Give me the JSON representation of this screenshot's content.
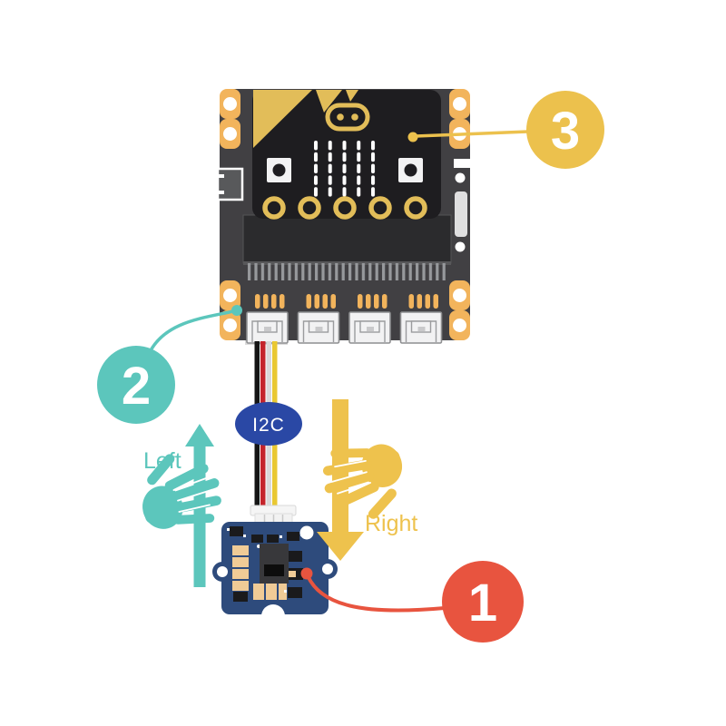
{
  "callouts": [
    {
      "number": "1",
      "color": "#e8543f",
      "points_to": "gesture-sensor-module"
    },
    {
      "number": "2",
      "color": "#5cc6bc",
      "points_to": "shield-grove-port"
    },
    {
      "number": "3",
      "color": "#ecc14d",
      "points_to": "microbit-board"
    }
  ],
  "cable": {
    "label": "I2C",
    "badge_color": "#2a48a5",
    "wire_colors": [
      "#151515",
      "#c4242b",
      "#d9d9d9",
      "#e9c832"
    ]
  },
  "gestures": {
    "left": {
      "label": "Left",
      "arrow_direction": "up",
      "color": "#5cc6bc"
    },
    "right": {
      "label": "Right",
      "arrow_direction": "down",
      "color": "#eec24d"
    }
  },
  "icons": {
    "left_hand": "swipe-hand-icon",
    "right_hand": "swipe-hand-icon",
    "up_arrow": "arrow-up-icon",
    "down_arrow": "arrow-down-icon"
  },
  "palette": {
    "shield_body": "#414043",
    "microbit_body": "#1e1d20",
    "microbit_gold": "#e2bd59",
    "pad_gold": "#f2b45c",
    "sensor_pcb": "#2e4b7c",
    "component_tan": "#f0cb96"
  }
}
